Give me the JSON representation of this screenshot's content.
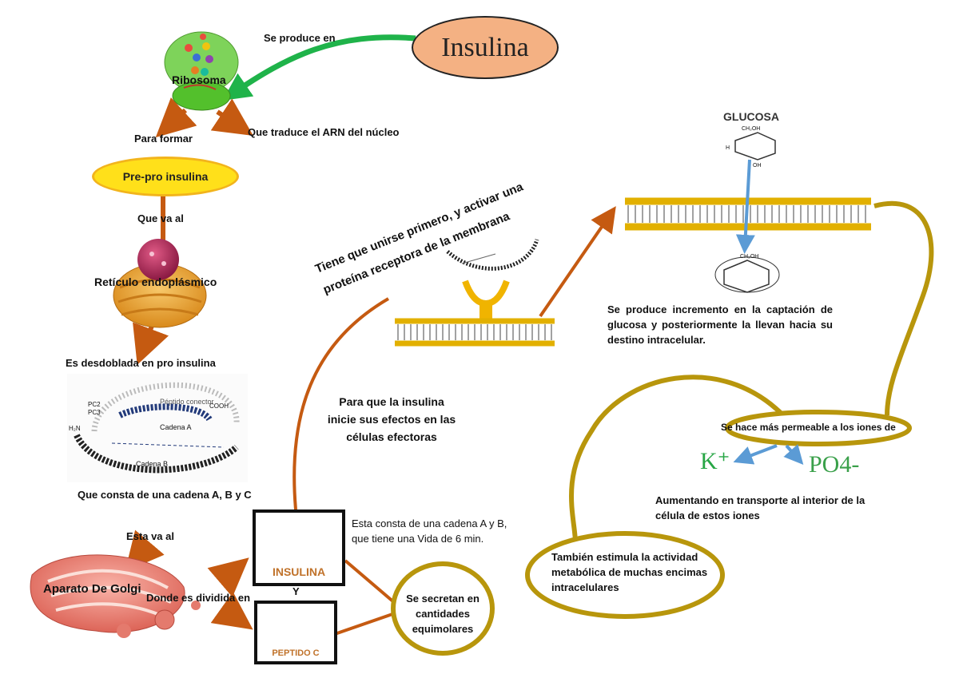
{
  "title": "Insulina",
  "labels": {
    "se_produce_en": "Se produce en",
    "ribosoma": "Ribosoma",
    "para_formar": "Para formar",
    "traduce": "Que traduce el ARN del núcleo",
    "prepro": "Pre-pro insulina",
    "que_va_al": "Que va al",
    "reticulo": "Retículo endoplásmico",
    "desdoblada": "Es desdoblada en pro insulina",
    "consta": "Que consta de una cadena A, B y C",
    "esta_va_al": "Esta va al",
    "golgi": "Aparato De Golgi",
    "dividida": "Donde es dividida en",
    "y": "Y",
    "insulina_box": "INSULINA",
    "peptido_box": "PEPTIDO C",
    "cadena_ab": "Esta consta de una cadena A y B, que tiene una Vida de 6 min.",
    "secretan": "Se secretan en cantidades equimolares",
    "para_que": "Para que la insulina inicie sus efectos en las células efectoras",
    "tiene_line1": "Tiene que unirse primero, y activar una",
    "tiene_line2": "proteína receptora de la membrana",
    "glucosa": "GLUCOSA",
    "incremento": "Se produce incremento en la captación de glucosa y posteriormente la llevan hacia su destino intracelular.",
    "permeable": "Se hace más permeable a los iones de",
    "k": "K⁺",
    "po4": "PO4-",
    "aumentando": "Aumentando en transporte al interior de la célula de estos iones",
    "estimula": "También estimula la actividad metabólica de muchas encimas intracelulares"
  },
  "proinsulin_figure": {
    "peptido_conector": "Péptido conector",
    "cadena_a": "Cadena A",
    "cadena_b": "Cadena B",
    "cooh": "COOH",
    "h2n": "H₂N",
    "pc2": "PC2",
    "pc3": "PC3"
  },
  "glucose_figure": {
    "ch2oh": "CH₂OH",
    "oh": "OH",
    "h": "H"
  },
  "colors": {
    "arrow_orange": "#c55a11",
    "arrow_green": "#1fb34a",
    "loop_gold": "#b8960c",
    "arrow_blue": "#5b9bd5",
    "k_green": "#27a645",
    "po4_green": "#3aa04a",
    "title_fill": "#f4b183",
    "prepro_fill": "#ffe01a"
  }
}
